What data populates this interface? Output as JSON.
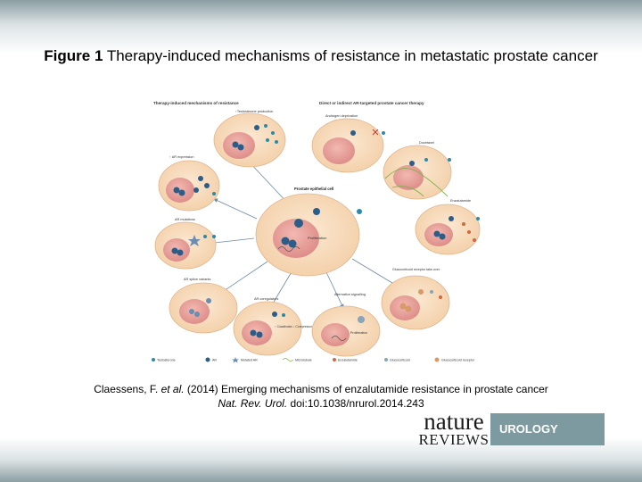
{
  "title": {
    "prefix": "Figure 1",
    "text": "Therapy-induced mechanisms of resistance in metastatic prostate cancer"
  },
  "diagram": {
    "heading_left": "Therapy-induced mechanisms of resistance",
    "heading_right": "Direct or indirect AR-targeted prostate cancer therapy",
    "center_label": "Prostate epithelial cell",
    "center_sub": "Proliferation",
    "cells": {
      "testosterone": "↑Testosterone production",
      "ar_expression": "↑ AR expression",
      "ar_mutations": "AR mutations",
      "splice": "AR splice variants",
      "coregulators": "AR coregulators",
      "coactivator": "↑ Coactivator ↓ Corepressor",
      "alternative": "Alternative signalling",
      "alt_prolif": "Proliferation",
      "gr": "Glucocorticoid receptor take-over",
      "androgen": "Androgen deprivation",
      "docetaxel": "Docetaxel",
      "enzalutamide": "Enzalutamide"
    },
    "legend": [
      {
        "label": "Testosterone",
        "color": "#2a8aa8"
      },
      {
        "label": "AR",
        "color": "#2b5d88"
      },
      {
        "label": "Mutated AR",
        "color": "#6a8db0"
      },
      {
        "label": "Microtubule",
        "color": "#7fb34d"
      },
      {
        "label": "Enzalutamide",
        "color": "#d2683a"
      },
      {
        "label": "Glucocorticoid",
        "color": "#8aa4b8"
      },
      {
        "label": "Glucocorticoid receptor",
        "color": "#d99a6a"
      }
    ],
    "colors": {
      "cell_fill": "#f7d9b7",
      "cell_stroke": "#e0b48c",
      "nucleus": "#e69a9a",
      "arrow": "#6b8aa8"
    }
  },
  "caption": {
    "authors": "Claessens, F.",
    "etal": "et al.",
    "rest": "(2014) Emerging mechanisms of enzalutamide resistance in prostate cancer",
    "journal": "Nat. Rev. Urol.",
    "doi": "doi:10.1038/nrurol.2014.243"
  },
  "logo": {
    "nature": "nature",
    "reviews": "REVIEWS",
    "urology": "UROLOGY"
  }
}
